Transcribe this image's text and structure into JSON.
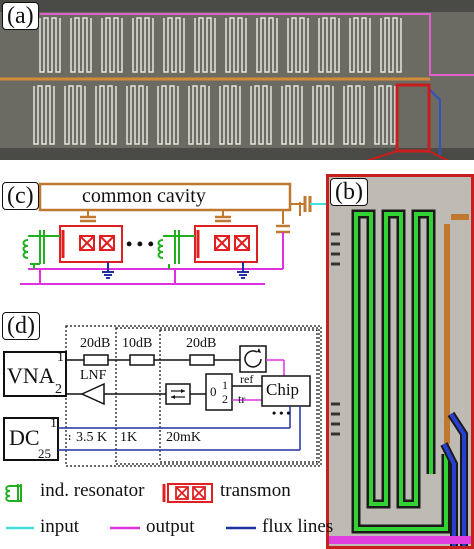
{
  "panels": {
    "a": "(a)",
    "b": "(b)",
    "c": "(c)",
    "d": "(d)"
  },
  "schematic_c": {
    "cavity_label": "common cavity",
    "ellipsis_1": "• • •",
    "ellipsis_2": "• • •"
  },
  "setup_d": {
    "vna_label": "VNA",
    "vna_port1": "1",
    "vna_port2": "2",
    "dc_label": "DC",
    "dc_port1": "1",
    "dc_port25": "25",
    "att1": "20dB",
    "att2": "10dB",
    "att3": "20dB",
    "lnf": "LNF",
    "switch_0": "0",
    "switch_1": "1",
    "switch_2": "2",
    "ref": "ref",
    "tr": "tr",
    "chip": "Chip",
    "stage_35k": "3.5 K",
    "stage_1k": "1K",
    "stage_20mk": "20mK"
  },
  "legend": {
    "resonator": "ind. resonator",
    "transmon": "transmon",
    "input": "input",
    "output": "output",
    "flux": "flux lines"
  },
  "colors": {
    "input": "#40e0e0",
    "output": "#e030e0",
    "flux": "#2030a0",
    "resonator": "#20b020",
    "transmon": "#e02020",
    "cavity": "#c07830",
    "highlight": "#c81e1e"
  }
}
